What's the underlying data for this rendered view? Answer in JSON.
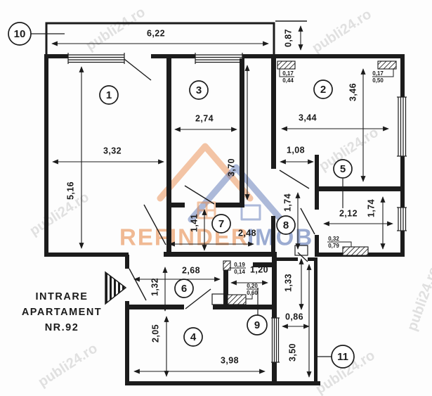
{
  "plan": {
    "entrance": {
      "l1": "INTRARE",
      "l2": "APARTAMENT",
      "l3": "NR.92"
    },
    "rooms": {
      "r1": "1",
      "r2": "2",
      "r3": "3",
      "r4": "4",
      "r5": "5",
      "r6": "6",
      "r7": "7",
      "r8": "8",
      "r9": "9",
      "r10": "10",
      "r11": "11"
    },
    "dims": {
      "d622": "6,22",
      "d087": "0,87",
      "d332": "3,32",
      "d516": "5,16",
      "d274": "2,74",
      "d370": "3,70",
      "d344": "3,44",
      "d346": "3,46",
      "d108": "1,08",
      "d212": "2,12",
      "d174a": "1,74",
      "d141": "1,41",
      "d248": "2,48",
      "d174b": "1,74",
      "d268": "2,68",
      "d132": "1,32",
      "d120": "1,20",
      "d205": "2,05",
      "d398": "3,98",
      "d133": "1,33",
      "d086": "0,86",
      "d350": "3,50"
    },
    "fracs": {
      "f1t": "0,17",
      "f1b": "0,44",
      "f2t": "0,17",
      "f2b": "0,50",
      "f3t": "0,32",
      "f3b": "0,79",
      "f4t": "0,19",
      "f4b": "0,14",
      "f5t": "0,20",
      "f5b": "0,60"
    },
    "watermarks": {
      "brand_left": "REFINDER",
      "brand_right": "IMOB",
      "site": "publi24.ro"
    },
    "colors": {
      "ink": "#1c1c1c",
      "dim_navy": "#1e3c78",
      "brand_orange": "#e98c4e",
      "brand_blue": "#5b76b5",
      "site_gray": "#c4c4c4"
    }
  }
}
